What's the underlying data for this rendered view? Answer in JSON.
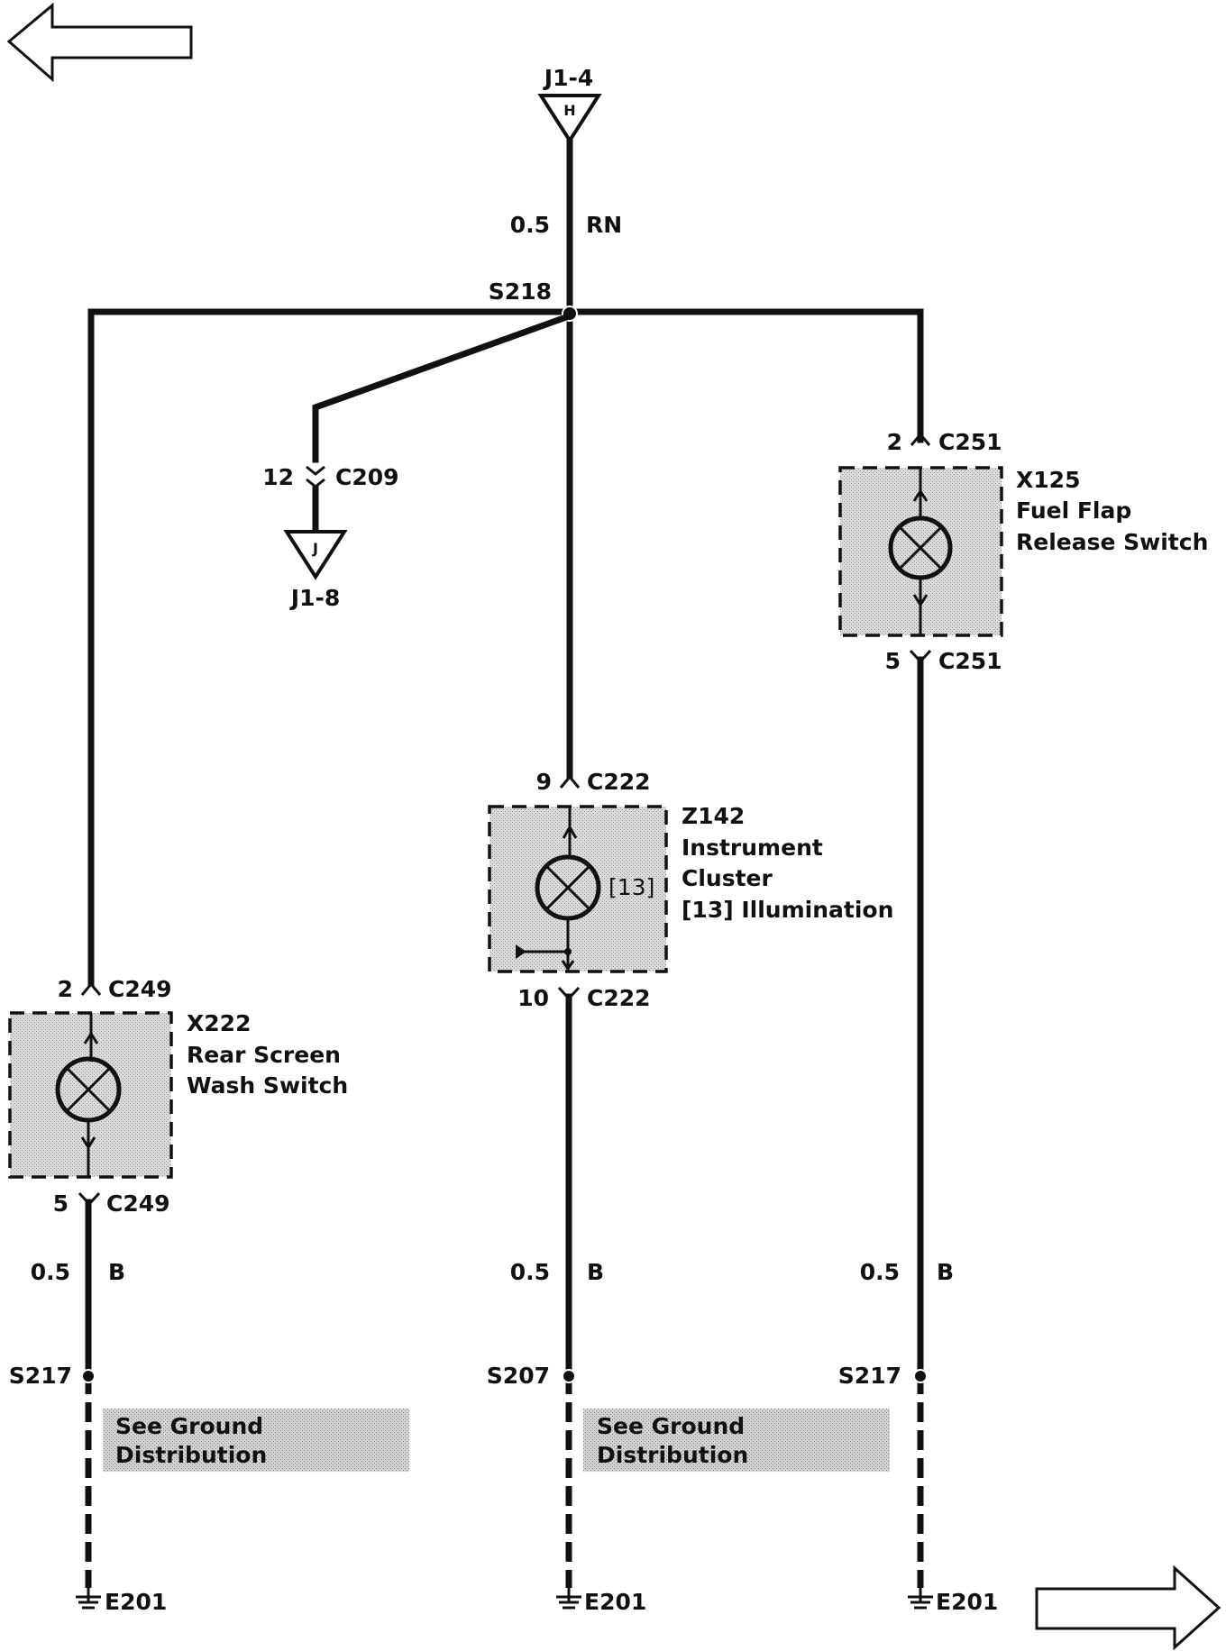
{
  "nav": {
    "prev_label": "",
    "next_label": ""
  },
  "top_connector": {
    "ref": "J1-4",
    "letter": "H"
  },
  "top_wire": {
    "size": "0.5",
    "color": "RN"
  },
  "splice_top": "S218",
  "jumper": {
    "pin": "12",
    "connector": "C209",
    "letter": "J",
    "ref": "J1-8"
  },
  "components": {
    "x125": {
      "pin_top": "2",
      "conn_top": "C251",
      "pin_bottom": "5",
      "conn_bottom": "C251",
      "id": "X125",
      "line1": "Fuel Flap",
      "line2": "Release Switch"
    },
    "z142": {
      "pin_top": "9",
      "conn_top": "C222",
      "pin_bottom": "10",
      "conn_bottom": "C222",
      "id": "Z142",
      "line1": "Instrument",
      "line2": "Cluster",
      "line3": "[13] Illumination",
      "inner_ref": "[13]"
    },
    "x222": {
      "pin_top": "2",
      "conn_top": "C249",
      "pin_bottom": "5",
      "conn_bottom": "C249",
      "id": "X222",
      "line1": "Rear Screen",
      "line2": "Wash Switch"
    }
  },
  "ground_wires": [
    {
      "size": "0.5",
      "color": "B",
      "splice": "S217",
      "ground": "E201"
    },
    {
      "size": "0.5",
      "color": "B",
      "splice": "S207",
      "ground": "E201"
    },
    {
      "size": "0.5",
      "color": "B",
      "splice": "S217",
      "ground": "E201"
    }
  ],
  "notes": [
    {
      "line1": "See Ground",
      "line2": "Distribution"
    },
    {
      "line1": "See Ground",
      "line2": "Distribution"
    }
  ]
}
